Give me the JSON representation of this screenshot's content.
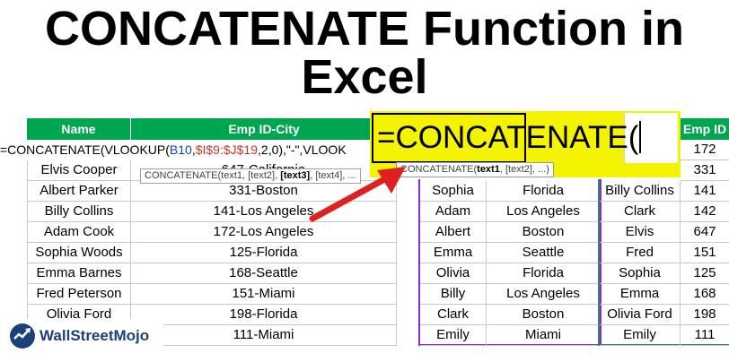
{
  "title": {
    "line1": "CONCATENATE Function in",
    "line2": "Excel"
  },
  "colors": {
    "header_green": "#00a550",
    "highlight_yellow": "#f5f500",
    "arrow_red": "#e02020",
    "purple_border": "#8a2be2",
    "green_border": "#2e8b57",
    "text_blue": "#1f3fb0"
  },
  "main_table": {
    "headers": {
      "name": "Name",
      "emp": "Emp ID-City"
    },
    "formula": {
      "part1": "=CONCATENATE(VLOOKUP(",
      "ref1": "B10",
      "part2": ",",
      "ref2": "$I$9:$J$19",
      "part3": ",2,0),\"-\",VLOOK"
    },
    "tooltip": {
      "fn": "CONCATENATE(",
      "a1": "text1, [text2], ",
      "a2": "[text3]",
      "a3": ", [text4], ..."
    },
    "rows": [
      {
        "name": "Elvis Cooper",
        "emp": "647-California"
      },
      {
        "name": "Albert Parker",
        "emp": "331-Boston"
      },
      {
        "name": "Billy Collins",
        "emp": "141-Los Angeles"
      },
      {
        "name": "Adam Cook",
        "emp": "172-Los Angeles"
      },
      {
        "name": "Sophia Woods",
        "emp": "125-Florida"
      },
      {
        "name": "Emma Barnes",
        "emp": "168-Seattle"
      },
      {
        "name": "Fred Peterson",
        "emp": "151-Miami"
      },
      {
        "name": "Olivia Ford",
        "emp": "198-Florida"
      },
      {
        "name": "",
        "emp": "111-Miami"
      }
    ]
  },
  "zoom_box": {
    "text": "=CONCATENATE(",
    "tooltip": {
      "fn": "CONCATENATE(",
      "a1": "text1",
      "a2": ", [text2], ...)"
    }
  },
  "city_table": {
    "rows": [
      {
        "name": "Sophia",
        "city": "Florida"
      },
      {
        "name": "Adam",
        "city": "Los Angeles"
      },
      {
        "name": "Albert",
        "city": "Boston"
      },
      {
        "name": "Emma",
        "city": "Seattle"
      },
      {
        "name": "Olivia",
        "city": "Florida"
      },
      {
        "name": "Billy",
        "city": "Los Angeles"
      },
      {
        "name": "Clark",
        "city": "Boston"
      },
      {
        "name": "Emily",
        "city": "Miami"
      }
    ]
  },
  "id_table": {
    "header": "Emp ID",
    "top_value": "172",
    "second_value": "331",
    "rows": [
      {
        "name": "Billy Collins",
        "id": "141"
      },
      {
        "name": "Clark",
        "id": "142"
      },
      {
        "name": "Elvis",
        "id": "647"
      },
      {
        "name": "Fred",
        "id": "151"
      },
      {
        "name": "Sophia",
        "id": "125"
      },
      {
        "name": "Emma",
        "id": "168"
      },
      {
        "name": "Olivia Ford",
        "id": "198"
      },
      {
        "name": "Emily",
        "id": "111"
      }
    ]
  },
  "logo": {
    "text": "WallStreetMojo"
  }
}
